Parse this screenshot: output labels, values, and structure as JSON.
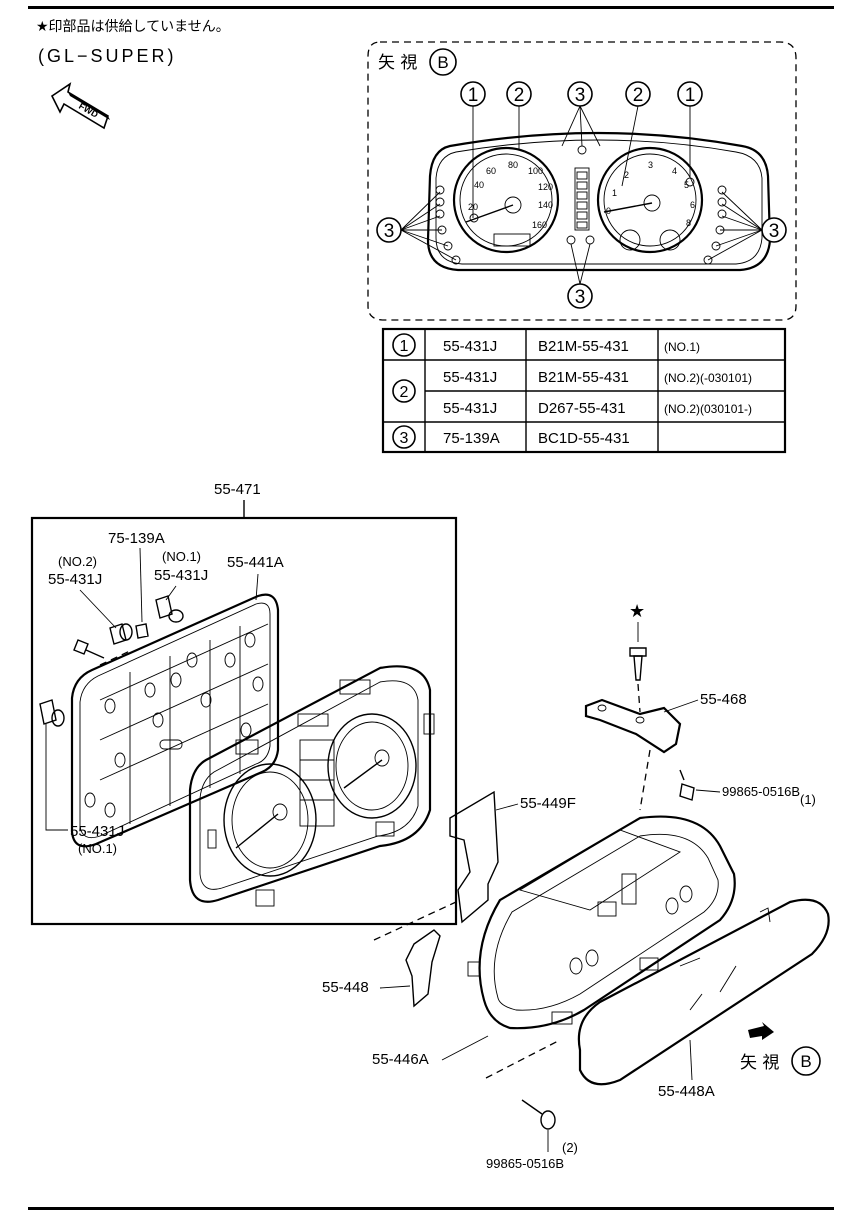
{
  "header": {
    "star_note": "★印部品は供給していません。",
    "model": "(GL−SUPER)",
    "fwd": "FWD"
  },
  "view_b": {
    "title": "矢 視",
    "letter": "B",
    "callout_1": "1",
    "callout_2": "2",
    "callout_3": "3"
  },
  "gauges": {
    "speedo_ticks": [
      "20",
      "40",
      "60",
      "80",
      "100",
      "120",
      "140",
      "160"
    ],
    "tacho_ticks": [
      "0",
      "1",
      "2",
      "3",
      "4",
      "5",
      "6",
      "8"
    ]
  },
  "parts_table": {
    "rows": [
      {
        "ref": "1",
        "part": "55-431J",
        "number": "B21M-55-431",
        "note": "(NO.1)"
      },
      {
        "ref": "2",
        "part": "55-431J",
        "number": "B21M-55-431",
        "note": "(NO.2)(-030101)"
      },
      {
        "ref": "",
        "part": "55-431J",
        "number": "D267-55-431",
        "note": "(NO.2)(030101-)"
      },
      {
        "ref": "3",
        "part": "75-139A",
        "number": "BC1D-55-431",
        "note": ""
      }
    ]
  },
  "labels": {
    "p55_471": "55-471",
    "p75_139a": "75-139A",
    "no2": "(NO.2)",
    "p55_431j_a": "55-431J",
    "no1": "(NO.1)",
    "p55_431j_b": "55-431J",
    "p55_441a": "55-441A",
    "p55_431j_c": "55-431J",
    "no1_b": "(NO.1)",
    "star": "★",
    "p55_468": "55-468",
    "screw1_qty": "(1)",
    "screw1": "99865-0516B",
    "p55_449f": "55-449F",
    "p55_448": "55-448",
    "p55_446a": "55-446A",
    "view_b_text": "矢 視",
    "view_b_letter": "B",
    "p55_448a": "55-448A",
    "screw2_qty": "(2)",
    "screw2": "99865-0516B"
  }
}
